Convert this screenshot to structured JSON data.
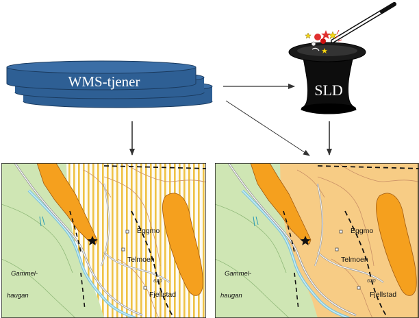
{
  "server": {
    "label": "WMS-tjener"
  },
  "style": {
    "label": "SLD"
  },
  "maps": {
    "left": {
      "variant": "striped"
    },
    "right": {
      "variant": "filled"
    },
    "labels": {
      "place1": "Gammel-",
      "place1b": "haugan",
      "eggmo": "Eggmo",
      "telmoen": "Telmoen",
      "fjellstad": "Fjellstad",
      "elev": "620"
    }
  },
  "colors": {
    "server_disk": "#2e5f94",
    "hat": "#0d0d0d",
    "bedrock": "#f5a01e",
    "forest": "#cfe6b4",
    "deposit_fill": "#f7cc85",
    "deposit_stripe": "#efc245",
    "water": "#9fd3e8",
    "road": "#a9a9a9",
    "contour": "#d49a6a"
  }
}
